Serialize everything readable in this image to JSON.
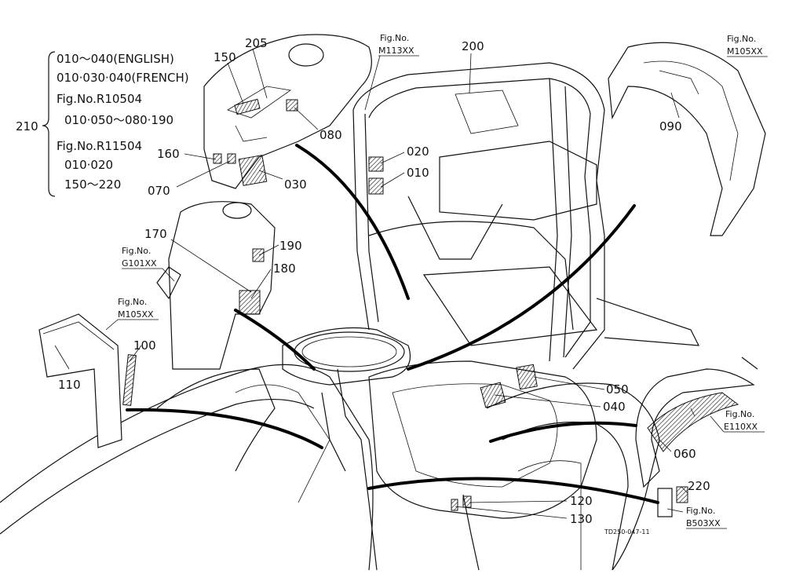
{
  "legend": {
    "group_number": "210",
    "lines": [
      "010～040(ENGLISH)",
      "010·030·040(FRENCH)",
      "Fig.No.R10504",
      "010·050～080·190",
      "Fig.No.R11504",
      "010·020",
      "150～220"
    ]
  },
  "part_numbers": [
    {
      "id": "p150",
      "label": "150"
    },
    {
      "id": "p205",
      "label": "205"
    },
    {
      "id": "p200",
      "label": "200"
    },
    {
      "id": "p080",
      "label": "080"
    },
    {
      "id": "p090",
      "label": "090"
    },
    {
      "id": "p160",
      "label": "160"
    },
    {
      "id": "p070",
      "label": "070"
    },
    {
      "id": "p030",
      "label": "030"
    },
    {
      "id": "p020",
      "label": "020"
    },
    {
      "id": "p010",
      "label": "010"
    },
    {
      "id": "p170",
      "label": "170"
    },
    {
      "id": "p190",
      "label": "190"
    },
    {
      "id": "p180",
      "label": "180"
    },
    {
      "id": "p100",
      "label": "100"
    },
    {
      "id": "p110",
      "label": "110"
    },
    {
      "id": "p050",
      "label": "050"
    },
    {
      "id": "p040",
      "label": "040"
    },
    {
      "id": "p060",
      "label": "060"
    },
    {
      "id": "p220",
      "label": "220"
    },
    {
      "id": "p120",
      "label": "120"
    },
    {
      "id": "p130",
      "label": "130"
    }
  ],
  "figure_refs": [
    {
      "id": "fM113",
      "title": "Fig.No.",
      "code": "M113XX"
    },
    {
      "id": "fM105a",
      "title": "Fig.No.",
      "code": "M105XX"
    },
    {
      "id": "fG101",
      "title": "Fig.No.",
      "code": "G101XX"
    },
    {
      "id": "fM105b",
      "title": "Fig.No.",
      "code": "M105XX"
    },
    {
      "id": "fE110",
      "title": "Fig.No.",
      "code": "E110XX"
    },
    {
      "id": "fB503",
      "title": "Fig.No.",
      "code": "B503XX"
    }
  ],
  "drawing_code": "TD250-047-11"
}
